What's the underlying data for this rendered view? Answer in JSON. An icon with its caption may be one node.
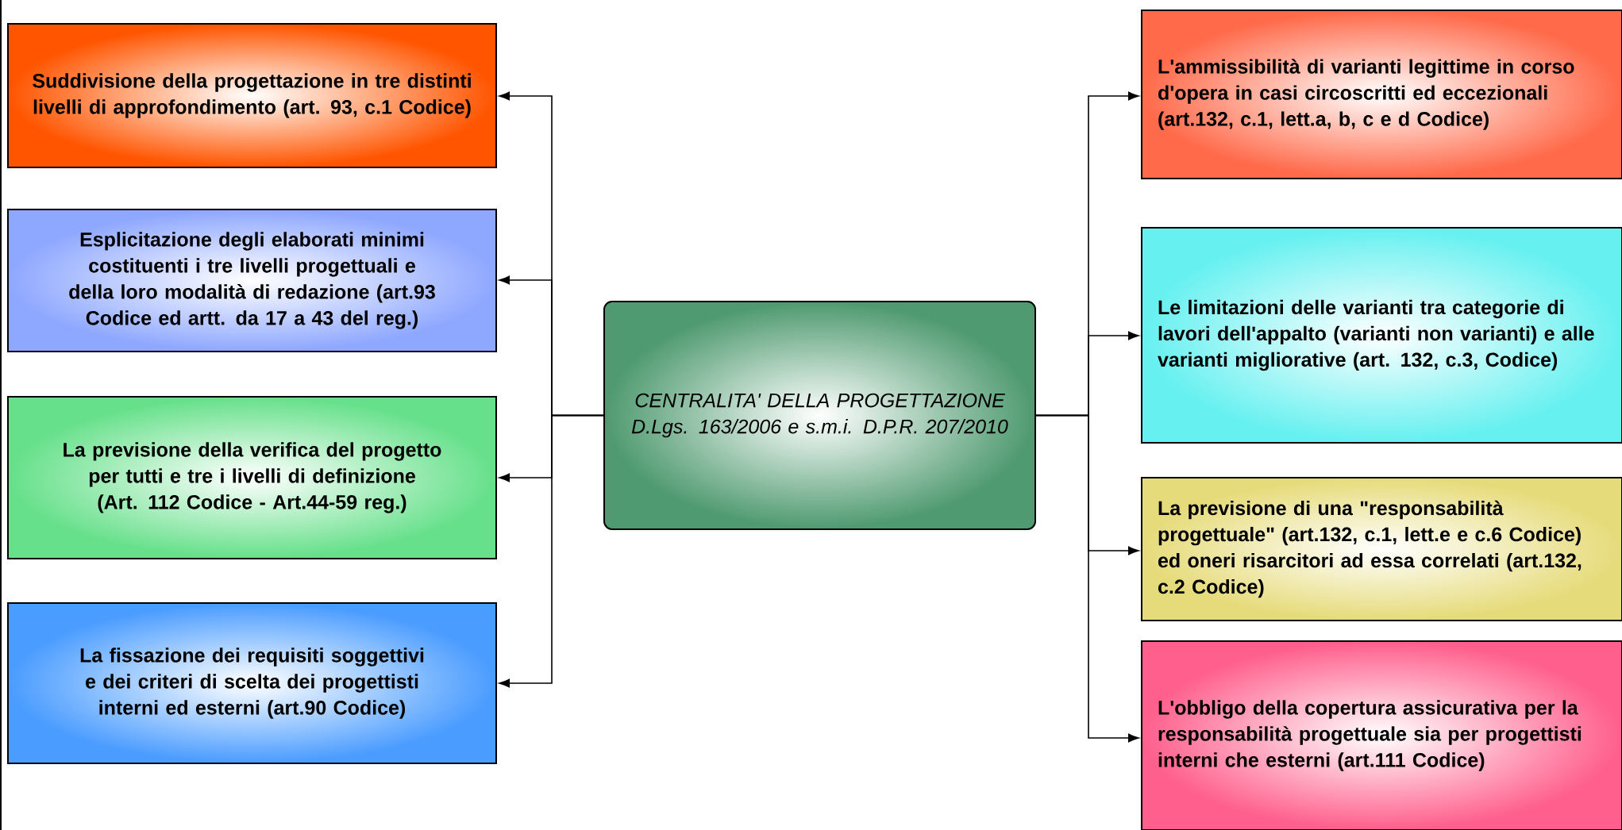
{
  "diagram": {
    "nodes": [
      {
        "text": [
          "*CENTRALITA' DELLA PROGETTAZIONE D.Lgs. 163/2006 e s.m.i. D.P.R. 207/2010*"
        ]
      },
      {
        "text": [
          "Suddivisione della progettazione in tre distinti livelli di approfondimento (art. 93, c.1 Codice)"
        ]
      },
      {
        "text": [
          "Esplicitazione degli elaborati minimi costituenti i tre livelli progettuali e della loro modalità di redazione (art.93 Codice ed artt. da 17 a 43 del reg.)"
        ]
      },
      {
        "text": [
          "La previsione della verifica del progetto per tutti e tre i livelli di definizione (Art. 112 Codice - Art.44-59 reg.)"
        ]
      },
      {
        "text": [
          "La fissazione dei requisiti soggettivi e dei criteri di scelta dei progettisti interni ed esterni (art.90 Codice)"
        ]
      },
      {
        "text": [
          "L'ammissibilità di varianti legittime in corso d'opera in casi circoscritti ed eccezionali (art.132, c.1, lett.a, b, c e d Codice)"
        ]
      },
      {
        "text": [
          "Le limitazioni delle varianti tra categorie di lavori dell'appalto (varianti non varianti) e alle varianti migliorative (art. 132, c.3, Codice)"
        ]
      },
      {
        "text": [
          "La previsione di una \"responsabilità progettuale\" (art.132, c.1, lett.e e c.6 Codice) ed oneri risarcitori ad essa correlati (art.132, c.2 Codice)"
        ]
      },
      {
        "text": [
          "L'obbligo della copertura assicurativa per la responsabilità progettuale sia per progettisti interni che esterni (art.111 Codice)"
        ]
      }
    ],
    "edges": [
      {
        "from": 0,
        "to": 1,
        "arrow": "to"
      },
      {
        "from": 0,
        "to": 2,
        "arrow": "to"
      },
      {
        "from": 0,
        "to": 3,
        "arrow": "to"
      },
      {
        "from": 0,
        "to": 4,
        "arrow": "to"
      },
      {
        "from": 0,
        "to": 5,
        "arrow": "to"
      },
      {
        "from": 0,
        "to": 6,
        "arrow": "to"
      },
      {
        "from": 0,
        "to": 7,
        "arrow": "to"
      },
      {
        "from": 0,
        "to": 8,
        "arrow": "to"
      }
    ]
  }
}
